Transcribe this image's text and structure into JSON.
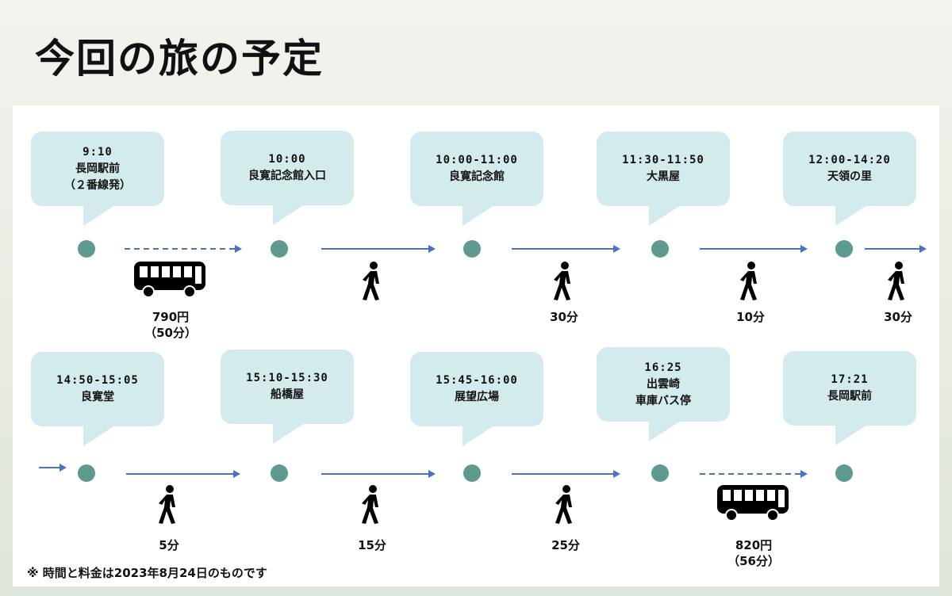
{
  "title": "今回の旅の予定",
  "note": "※ 時間と料金は2023年8月24日のものです",
  "stops": [
    {
      "time": "9:10",
      "place": "長岡駅前",
      "extra": "（２番線発）"
    },
    {
      "time": "10:00",
      "place": "良寛記念館入口",
      "extra": ""
    },
    {
      "time": "10:00-11:00",
      "place": "良寛記念館",
      "extra": ""
    },
    {
      "time": "11:30-11:50",
      "place": "大黒屋",
      "extra": ""
    },
    {
      "time": "12:00-14:20",
      "place": "天領の里",
      "extra": ""
    },
    {
      "time": "14:50-15:05",
      "place": "良寛堂",
      "extra": ""
    },
    {
      "time": "15:10-15:30",
      "place": "船橋屋",
      "extra": ""
    },
    {
      "time": "15:45-16:00",
      "place": "展望広場",
      "extra": ""
    },
    {
      "time": "16:25",
      "place": "出雲崎",
      "extra": "車庫バス停"
    },
    {
      "time": "17:21",
      "place": "長岡駅前",
      "extra": ""
    }
  ],
  "legs": [
    {
      "mode": "bus-icon",
      "line1": "790円",
      "line2": "（50分）"
    },
    {
      "mode": "walk-icon",
      "line1": "",
      "line2": ""
    },
    {
      "mode": "walk-icon",
      "line1": "30分",
      "line2": ""
    },
    {
      "mode": "walk-icon",
      "line1": "10分",
      "line2": ""
    },
    {
      "mode": "walk-icon",
      "line1": "30分",
      "line2": ""
    },
    {
      "mode": "walk-icon",
      "line1": "5分",
      "line2": ""
    },
    {
      "mode": "walk-icon",
      "line1": "15分",
      "line2": ""
    },
    {
      "mode": "walk-icon",
      "line1": "25分",
      "line2": ""
    },
    {
      "mode": "bus-icon",
      "line1": "820円",
      "line2": "（56分）"
    }
  ],
  "colors": {
    "bubble": "#d3ebec",
    "dot": "#5e9a8f",
    "arrow": "#4a72c4"
  }
}
